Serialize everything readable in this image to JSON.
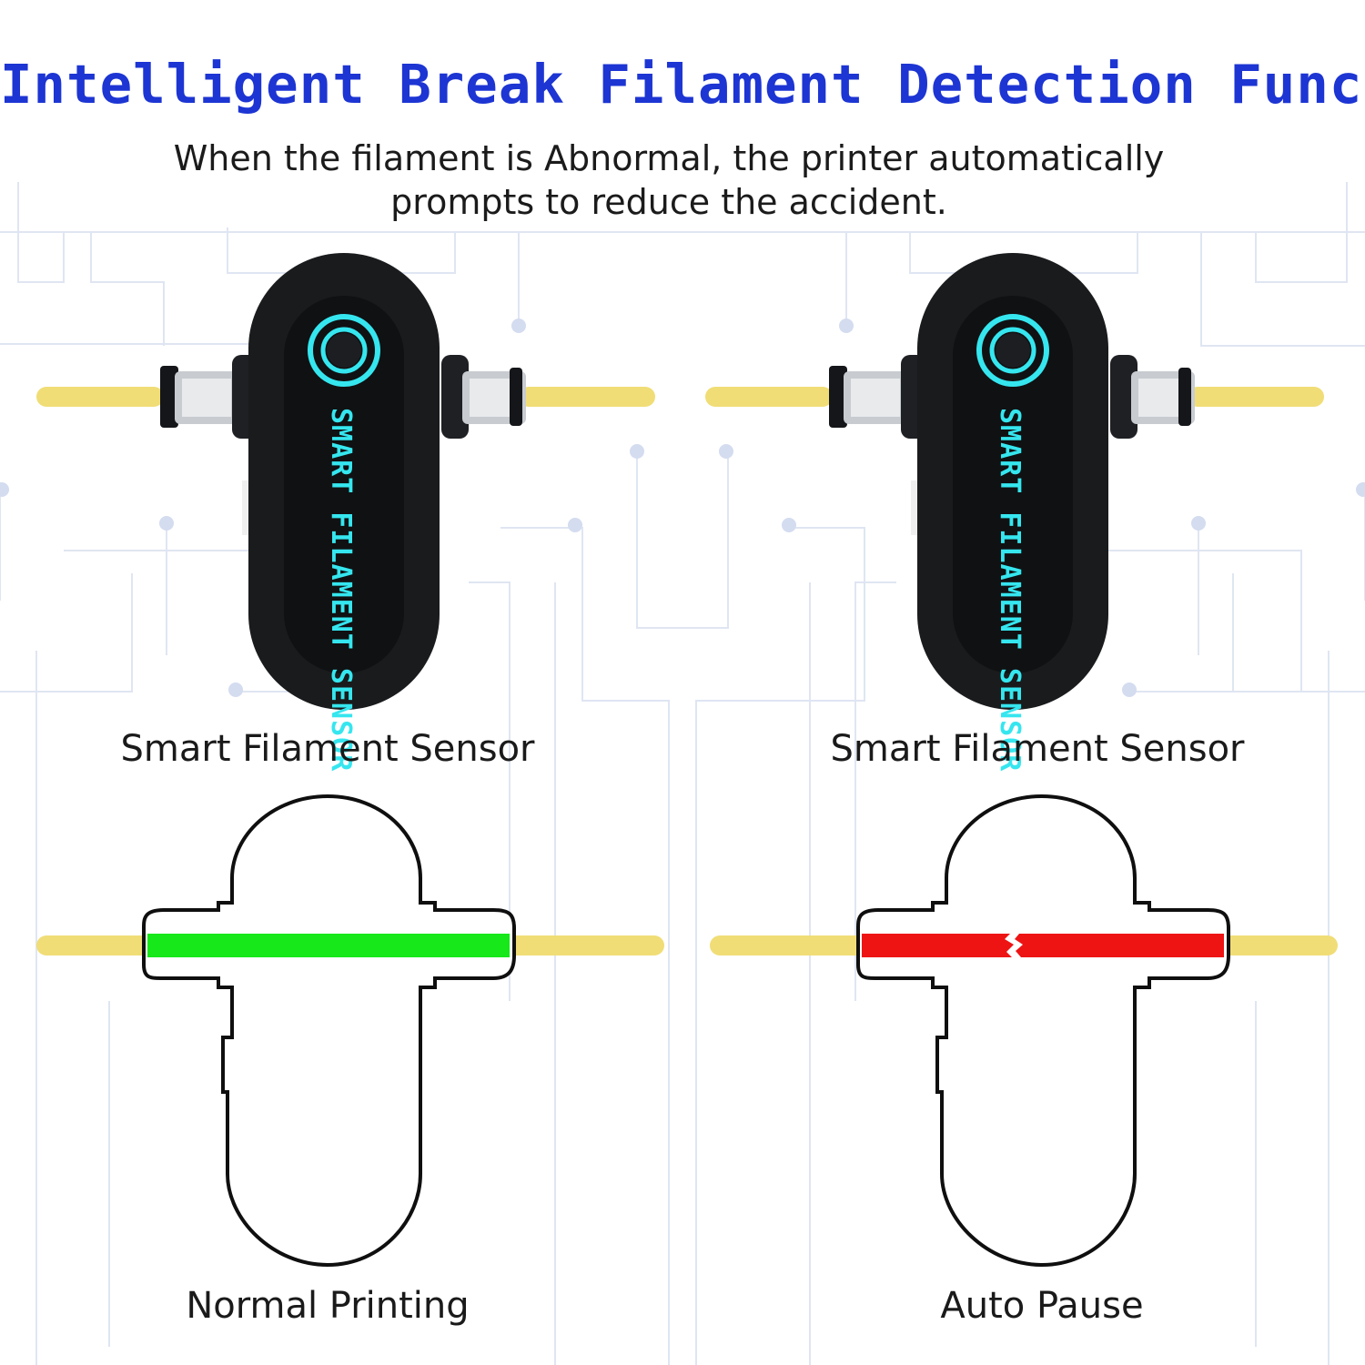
{
  "header": {
    "title": "Intelligent Break Filament Detection Function",
    "subtitle_line1": "When the filament is Abnormal, the printer automatically",
    "subtitle_line2": "prompts to reduce the accident."
  },
  "devices": [
    {
      "printed_text": "SMART FILAMENT SENSOR",
      "caption": "Smart Filament Sensor"
    },
    {
      "printed_text": "SMART FILAMENT SENSOR",
      "caption": "Smart Filament Sensor"
    }
  ],
  "diagrams": [
    {
      "caption": "Normal Printing",
      "state": "continuous",
      "filament_color": "#16e81a"
    },
    {
      "caption": "Auto Pause",
      "state": "broken",
      "filament_color": "#ee1414"
    }
  ],
  "colors": {
    "title": "#1d35d3",
    "filament_outside": "#f0dd76",
    "device_body": "#1a1b1d",
    "device_accent": "#35e6ef",
    "circuit_lines": "#dfe5f2"
  }
}
